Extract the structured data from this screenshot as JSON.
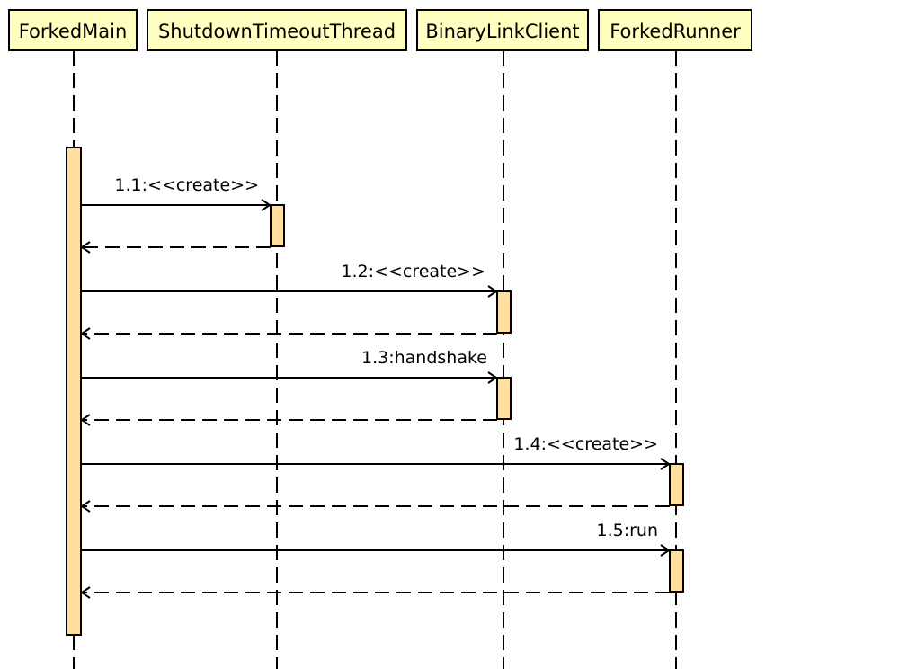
{
  "diagram": {
    "type": "sequence",
    "colors": {
      "participant_fill": "#ffffc0",
      "activation_fill": "#ffdea0",
      "stroke": "#000000"
    },
    "participants": [
      {
        "id": "forked-main",
        "name": "ForkedMain"
      },
      {
        "id": "shutdown-timeout-thread",
        "name": "ShutdownTimeoutThread"
      },
      {
        "id": "binary-link-client",
        "name": "BinaryLinkClient"
      },
      {
        "id": "forked-runner",
        "name": "ForkedRunner"
      }
    ],
    "messages": [
      {
        "label": "1.1:<<create>>",
        "from": "ForkedMain",
        "to": "ShutdownTimeoutThread",
        "has_return": true
      },
      {
        "label": "1.2:<<create>>",
        "from": "ForkedMain",
        "to": "BinaryLinkClient",
        "has_return": true
      },
      {
        "label": "1.3:handshake",
        "from": "ForkedMain",
        "to": "BinaryLinkClient",
        "has_return": true
      },
      {
        "label": "1.4:<<create>>",
        "from": "ForkedMain",
        "to": "ForkedRunner",
        "has_return": true
      },
      {
        "label": "1.5:run",
        "from": "ForkedMain",
        "to": "ForkedRunner",
        "has_return": true
      }
    ]
  }
}
